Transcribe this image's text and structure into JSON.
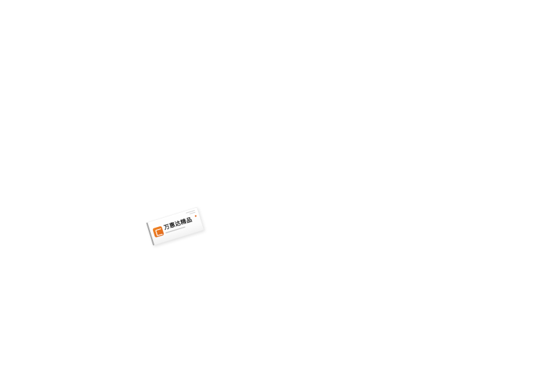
{
  "page": {
    "background_color": "#ffffff"
  },
  "card": {
    "title": "万惠达精品",
    "brand_color": "#e2661a",
    "card_color": "#ffffff",
    "rotation_deg": -17,
    "icons": {
      "logo": "orange-square-brand-logo-icon",
      "accent": "orange-accent-dot"
    }
  }
}
